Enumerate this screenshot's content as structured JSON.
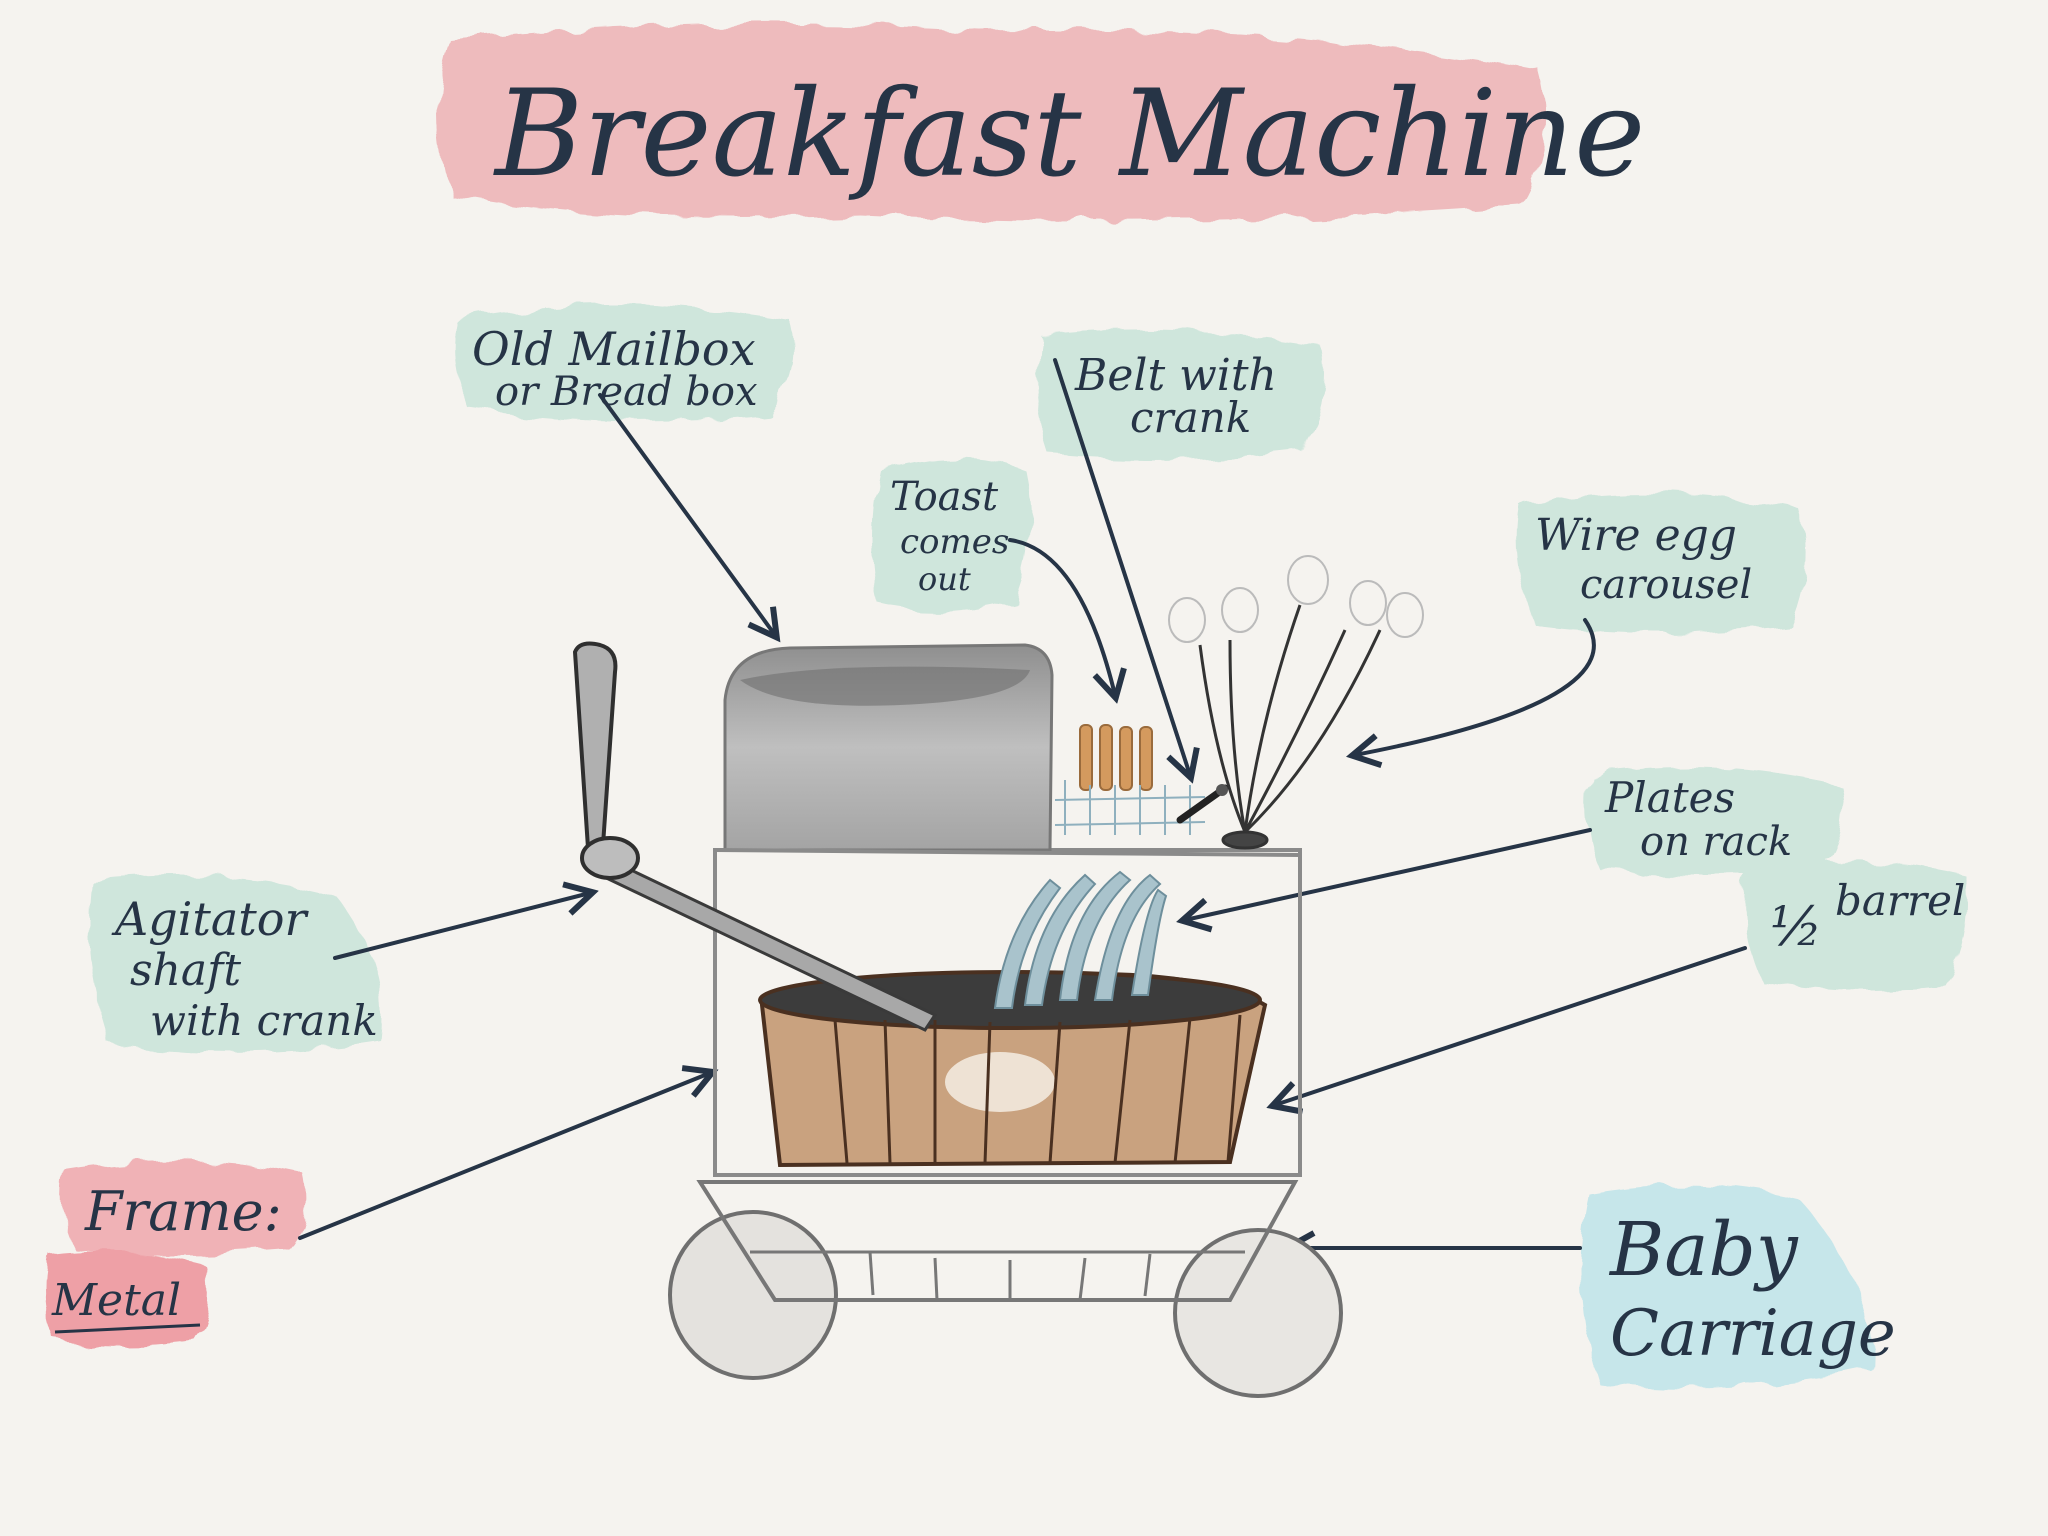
{
  "title": "Breakfast Machine",
  "labels": {
    "mailbox_1": "Old Mailbox",
    "mailbox_2": "or Bread box",
    "toast_1": "Toast",
    "toast_2": "comes",
    "toast_3": "out",
    "belt_1": "Belt with",
    "belt_2": "crank",
    "egg_1": "Wire egg",
    "egg_2": "carousel",
    "plates_1": "Plates",
    "plates_2": "on rack",
    "barrel_1": "½",
    "barrel_2": "barrel",
    "agitator_1": "Agitator",
    "agitator_2": "shaft",
    "agitator_3": "with crank",
    "frame_1": "Frame:",
    "frame_2": "Metal",
    "carriage_1": "Baby",
    "carriage_2": "Carriage"
  },
  "colors": {
    "ink": "#263446",
    "title_wash": "#eeb5b8",
    "teal_wash": "#cfe6dc",
    "blue_wash": "#c6e6ea",
    "pink_wash": "#f0b2b6",
    "wood": "#c9a27f",
    "metal": "#b9b9b9"
  }
}
